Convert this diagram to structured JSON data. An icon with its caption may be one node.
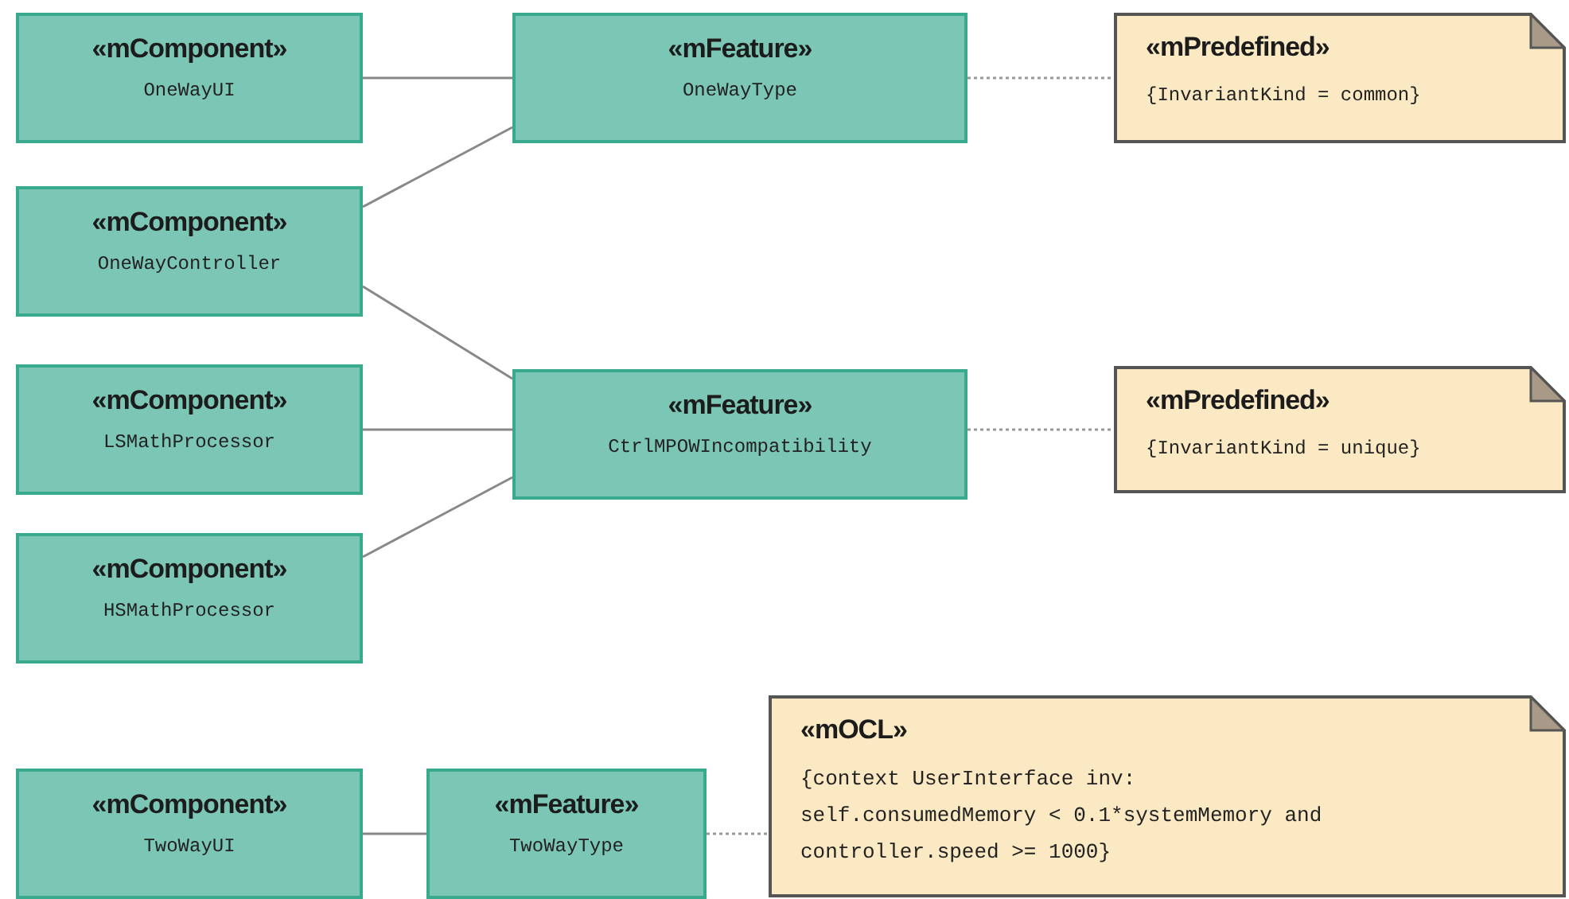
{
  "diagram": {
    "nodes": [
      {
        "text": [
          "«mComponent»",
          "OneWayUI"
        ]
      },
      {
        "text": [
          "«mFeature»",
          "OneWayType"
        ]
      },
      {
        "text": [
          "«mPredefined»",
          "{InvariantKind = common}"
        ]
      },
      {
        "text": [
          "«mComponent»",
          "OneWayController"
        ]
      },
      {
        "text": [
          "«mComponent»",
          "LSMathProcessor"
        ]
      },
      {
        "text": [
          "«mFeature»",
          "CtrlMPOWIncompatibility"
        ]
      },
      {
        "text": [
          "«mPredefined»",
          "{InvariantKind = unique}"
        ]
      },
      {
        "text": [
          "«mComponent»",
          "HSMathProcessor"
        ]
      },
      {
        "text": [
          "«mOCL»",
          "{context UserInterface inv: self.consumedMemory < 0.1*systemMemory and controller.speed >= 1000}"
        ]
      },
      {
        "text": [
          "«mComponent»",
          "TwoWayUI"
        ]
      },
      {
        "text": [
          "«mFeature»",
          "TwoWayType"
        ]
      }
    ],
    "edges": [
      {
        "from": 0,
        "to": 1,
        "arrow": "none"
      },
      {
        "from": 3,
        "to": 1,
        "arrow": "none"
      },
      {
        "from": 3,
        "to": 5,
        "arrow": "none"
      },
      {
        "from": 4,
        "to": 5,
        "arrow": "none"
      },
      {
        "from": 7,
        "to": 5,
        "arrow": "none"
      },
      {
        "from": 1,
        "to": 2,
        "arrow": "none",
        "style": "dashed"
      },
      {
        "from": 5,
        "to": 6,
        "arrow": "none",
        "style": "dashed"
      },
      {
        "from": 9,
        "to": 10,
        "arrow": "none"
      },
      {
        "from": 10,
        "to": 8,
        "arrow": "none",
        "style": "dashed"
      }
    ]
  }
}
